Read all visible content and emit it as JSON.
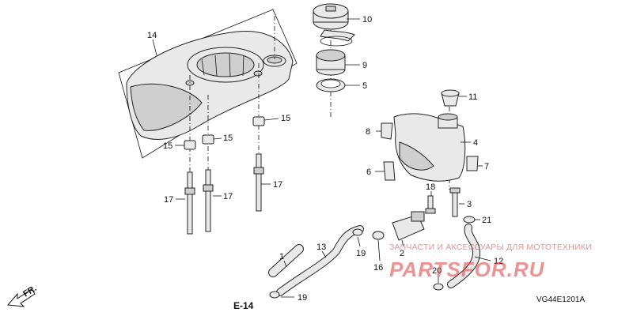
{
  "callouts": [
    "14",
    "10",
    "9",
    "5",
    "11",
    "15",
    "8",
    "4",
    "6",
    "7",
    "17",
    "18",
    "3",
    "21",
    "1",
    "13",
    "19",
    "2",
    "16",
    "12",
    "20"
  ],
  "reference": "E-14",
  "direction": "FR.",
  "diagram_code": "VG44E1201A",
  "watermark": {
    "tagline": "ЗАПЧАСТИ И АКСЕССУАРЫ ДЛЯ МОТОТЕХНИКИ",
    "brand": "PARTSFOR.RU"
  }
}
